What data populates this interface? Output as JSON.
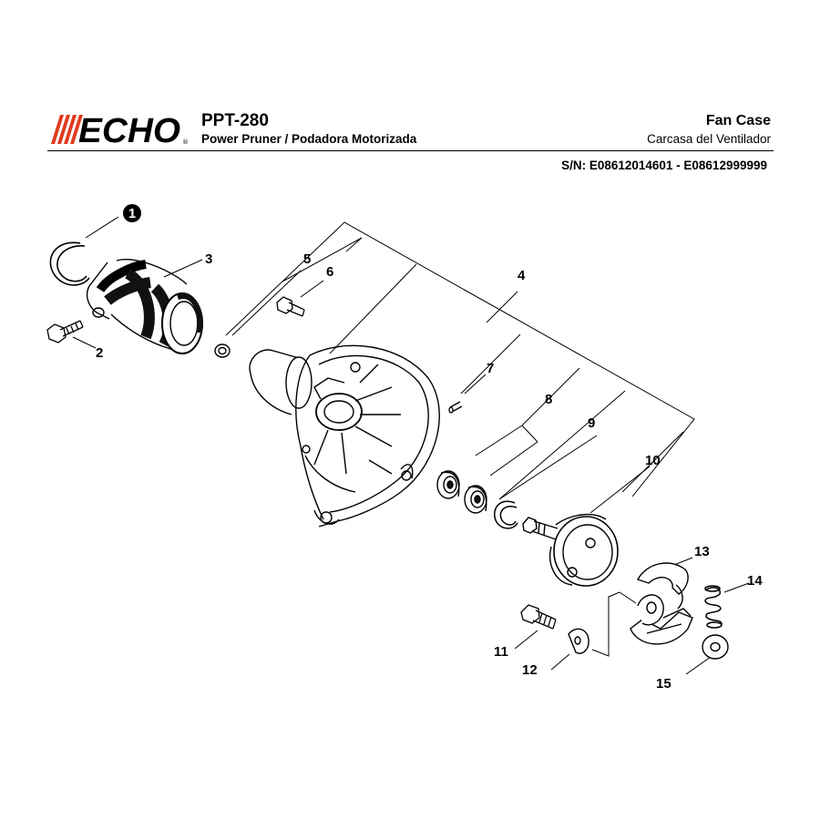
{
  "header": {
    "brand": "ECHO",
    "model": "PPT-280",
    "subtitle": "Power Pruner / Podadora Motorizada",
    "section_title": "Fan Case",
    "section_subtitle": "Carcasa del Ventilador",
    "serial_range": "S/N: E08612014601 - E08612999999"
  },
  "colors": {
    "brand": "#e03a1e",
    "ink": "#000000"
  },
  "callouts": {
    "c1": "1",
    "c2": "2",
    "c3": "3",
    "c4": "4",
    "c5": "5",
    "c6": "6",
    "c7": "7",
    "c8": "8",
    "c9": "9",
    "c10": "10",
    "c11": "11",
    "c12": "12",
    "c13": "13",
    "c14": "14",
    "c15": "15"
  }
}
